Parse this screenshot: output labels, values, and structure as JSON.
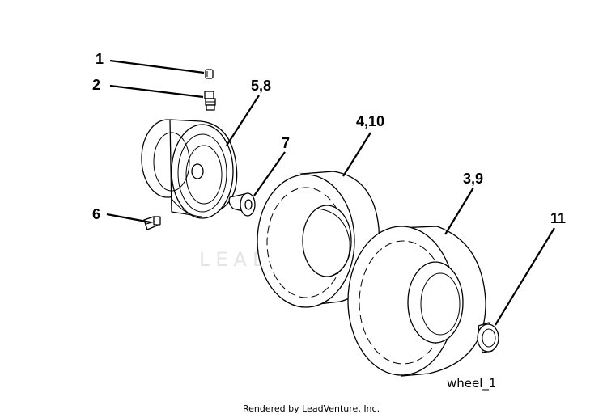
{
  "callouts": {
    "c1": "1",
    "c2": "2",
    "c58": "5,8",
    "c7": "7",
    "c410": "4,10",
    "c39": "3,9",
    "c6": "6",
    "c11": "11"
  },
  "figure_id": "wheel_1",
  "watermark": "LEADVENTURE",
  "footer": "Rendered by LeadVenture, Inc."
}
